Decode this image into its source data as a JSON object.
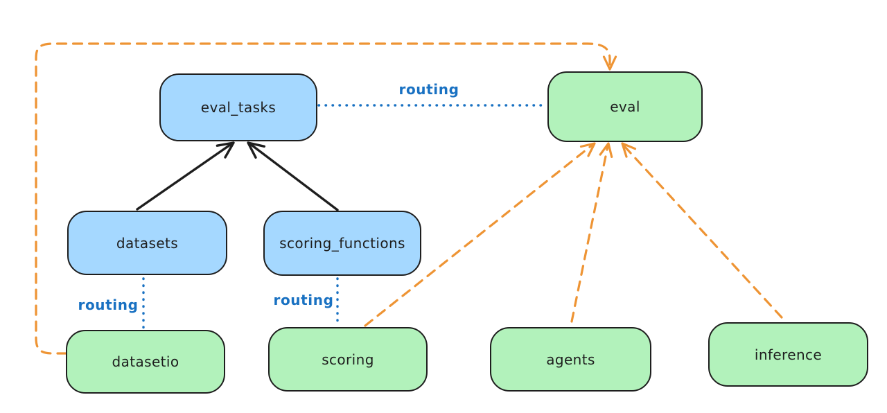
{
  "diagram": {
    "background": "#ffffff",
    "colors": {
      "node_stroke": "#1e1e1e",
      "blue_node_fill": "#a5d8ff",
      "green_node_fill": "#b2f2bb",
      "routing_blue": "#1971c2",
      "orange_dashed": "#ee9434",
      "black_arrow": "#1e1e1e"
    },
    "nodes": [
      {
        "id": "eval_tasks",
        "label": "eval_tasks",
        "fill": "blue"
      },
      {
        "id": "eval",
        "label": "eval",
        "fill": "green"
      },
      {
        "id": "datasets",
        "label": "datasets",
        "fill": "blue"
      },
      {
        "id": "scoring_functions",
        "label": "scoring_functions",
        "fill": "blue"
      },
      {
        "id": "datasetio",
        "label": "datasetio",
        "fill": "green"
      },
      {
        "id": "scoring",
        "label": "scoring",
        "fill": "green"
      },
      {
        "id": "agents",
        "label": "agents",
        "fill": "green"
      },
      {
        "id": "inference",
        "label": "inference",
        "fill": "green"
      }
    ],
    "edges": [
      {
        "from": "datasets",
        "to": "eval_tasks",
        "style": "solid-arrow",
        "color": "black",
        "label": ""
      },
      {
        "from": "scoring_functions",
        "to": "eval_tasks",
        "style": "solid-arrow",
        "color": "black",
        "label": ""
      },
      {
        "from": "eval_tasks",
        "to": "eval",
        "style": "dotted",
        "color": "blue",
        "label": "routing"
      },
      {
        "from": "datasets",
        "to": "datasetio",
        "style": "dotted",
        "color": "blue",
        "label": "routing"
      },
      {
        "from": "scoring_functions",
        "to": "scoring",
        "style": "dotted",
        "color": "blue",
        "label": "routing"
      },
      {
        "from": "datasetio",
        "to": "eval",
        "style": "dashed-arrow",
        "color": "orange",
        "label": ""
      },
      {
        "from": "scoring",
        "to": "eval",
        "style": "dashed-arrow",
        "color": "orange",
        "label": ""
      },
      {
        "from": "agents",
        "to": "eval",
        "style": "dashed-arrow",
        "color": "orange",
        "label": ""
      },
      {
        "from": "inference",
        "to": "eval",
        "style": "dashed-arrow",
        "color": "orange",
        "label": ""
      }
    ]
  }
}
